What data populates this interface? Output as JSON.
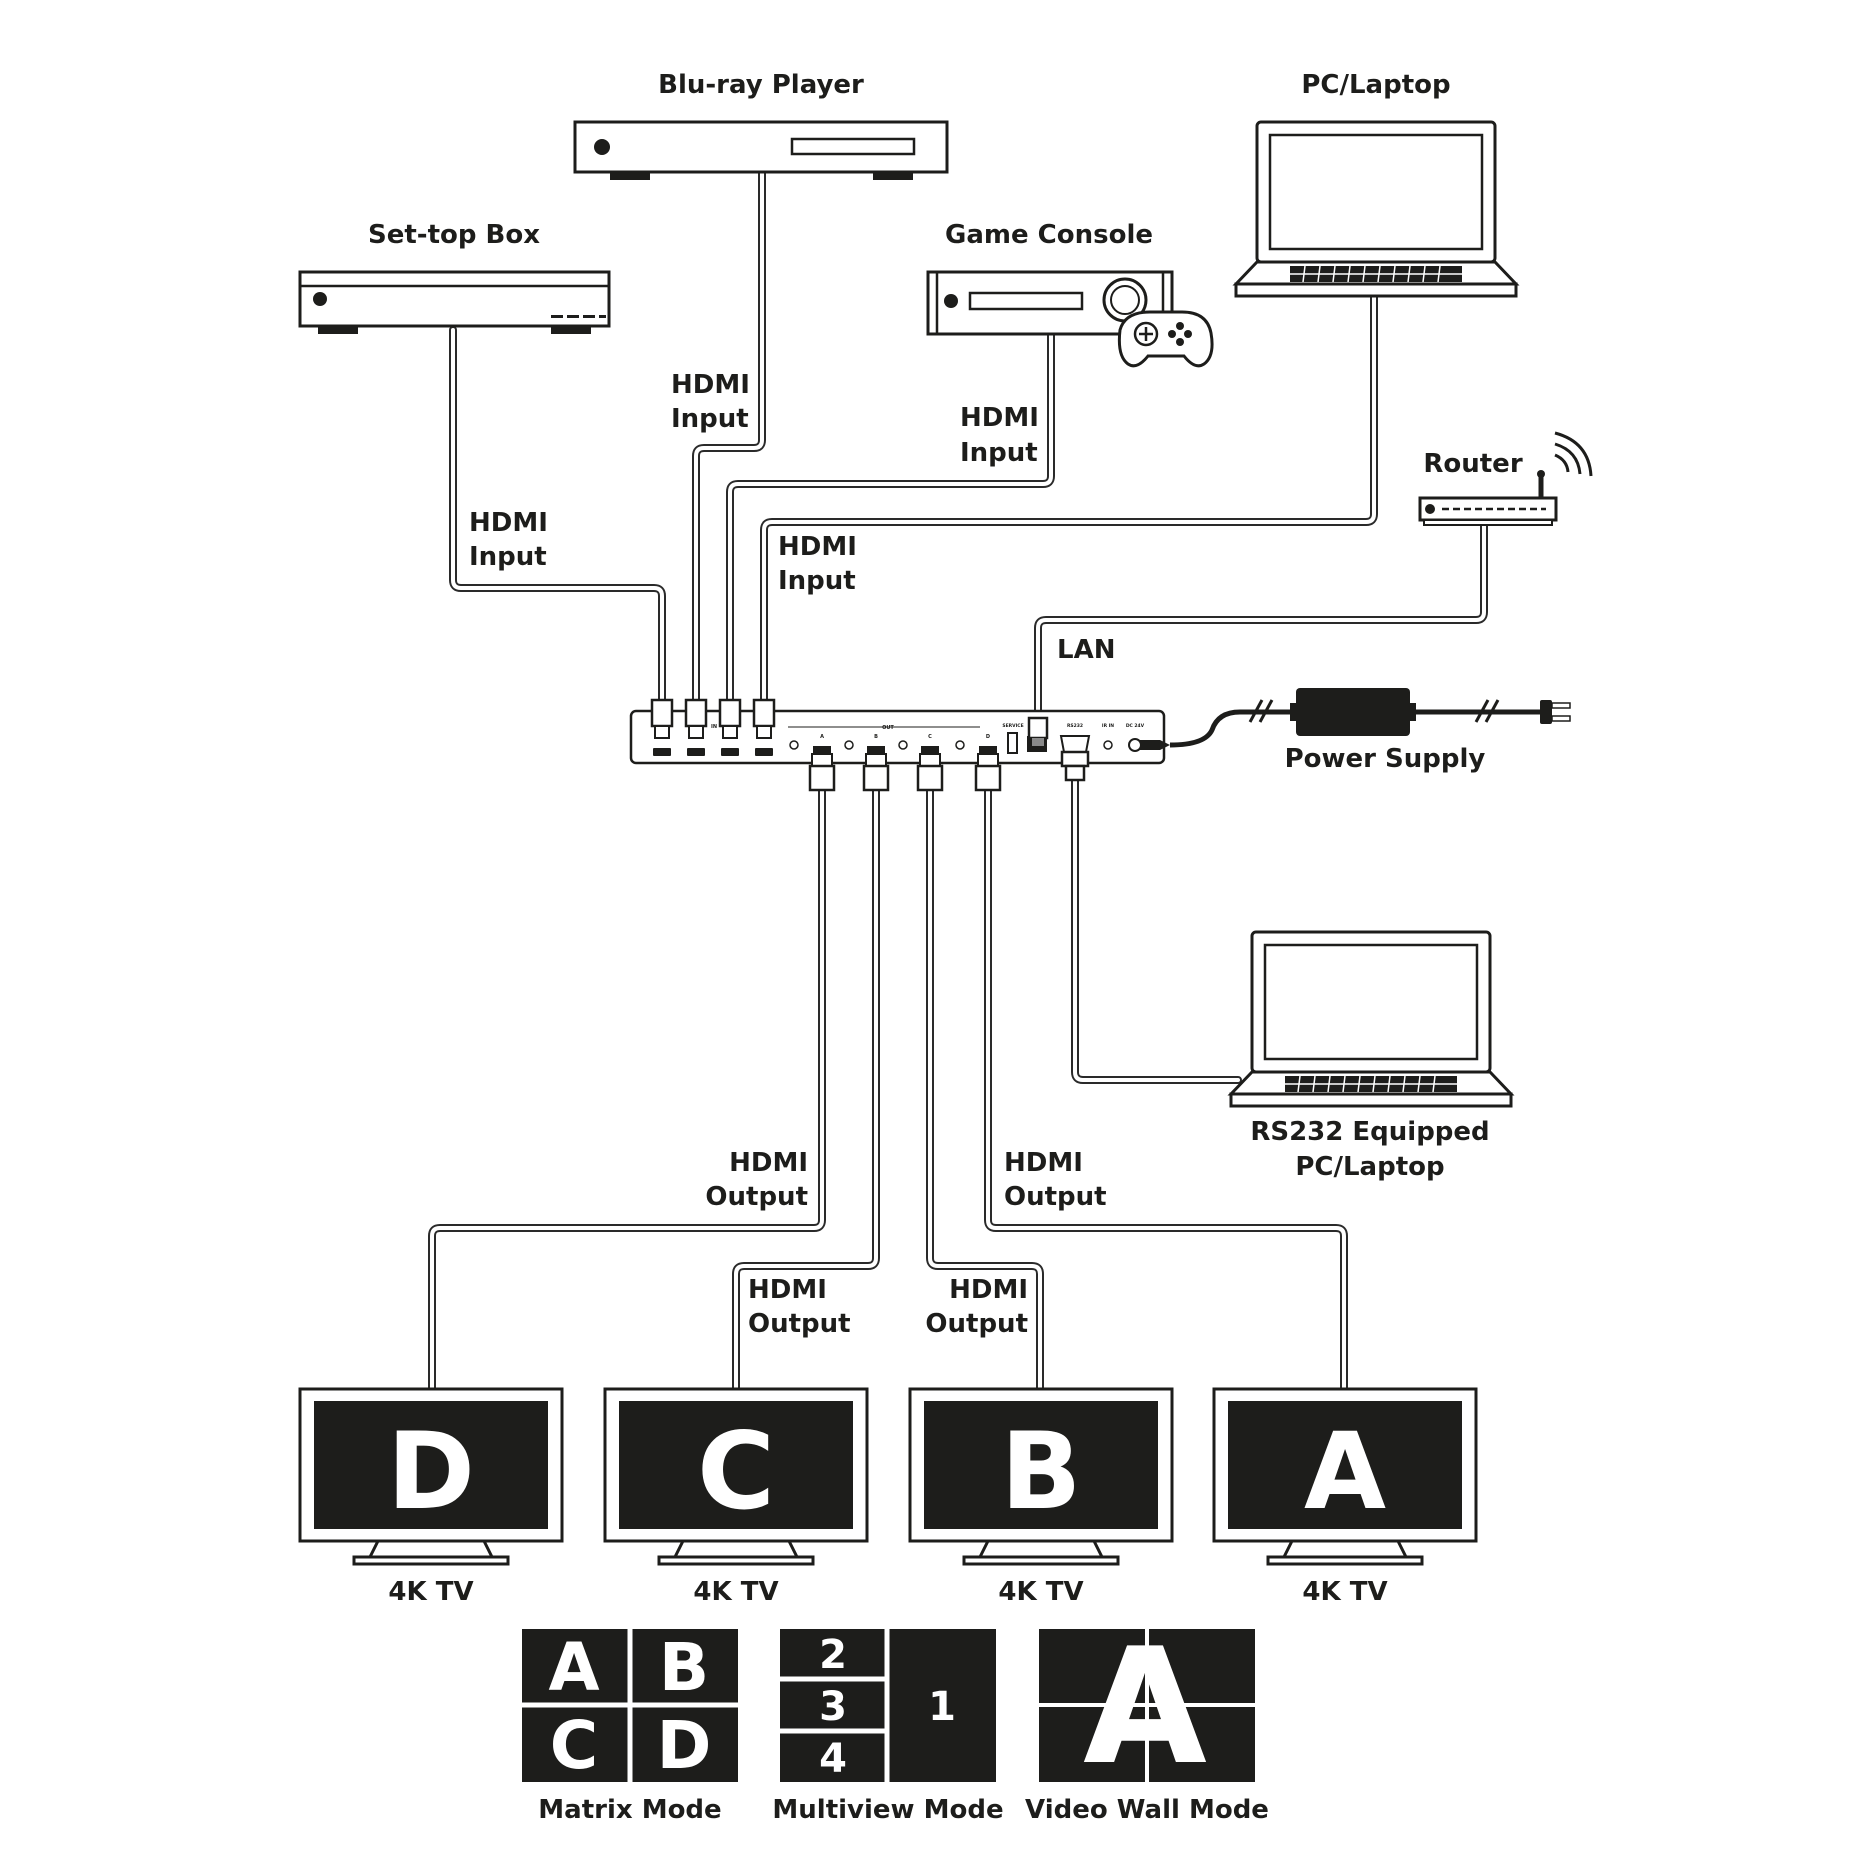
{
  "devices": {
    "bluray": "Blu-ray Player",
    "pc_laptop": "PC/Laptop",
    "settop": "Set-top Box",
    "game_console": "Game Console",
    "router": "Router",
    "power_supply": "Power Supply",
    "rs232_line1": "RS232 Equipped",
    "rs232_line2": "PC/Laptop"
  },
  "cables": {
    "hdmi": "HDMI",
    "input": "Input",
    "output": "Output",
    "lan": "LAN"
  },
  "panel": {
    "in": "IN",
    "out": "OUT",
    "service": "SERVICE",
    "rs232": "RS232",
    "ir": "IR IN",
    "dc": "DC 24V",
    "port_a": "A",
    "port_b": "B",
    "port_c": "C",
    "port_d": "D"
  },
  "tvs": [
    {
      "letter": "D",
      "label": "4K TV"
    },
    {
      "letter": "C",
      "label": "4K TV"
    },
    {
      "letter": "B",
      "label": "4K TV"
    },
    {
      "letter": "A",
      "label": "4K TV"
    }
  ],
  "modes": {
    "matrix": {
      "label": "Matrix Mode",
      "cells": [
        "A",
        "B",
        "C",
        "D"
      ]
    },
    "multiview": {
      "label": "Multiview Mode",
      "cells": [
        "2",
        "3",
        "4",
        "1"
      ]
    },
    "videowall": {
      "label": "Video Wall Mode",
      "letter": "A"
    }
  }
}
